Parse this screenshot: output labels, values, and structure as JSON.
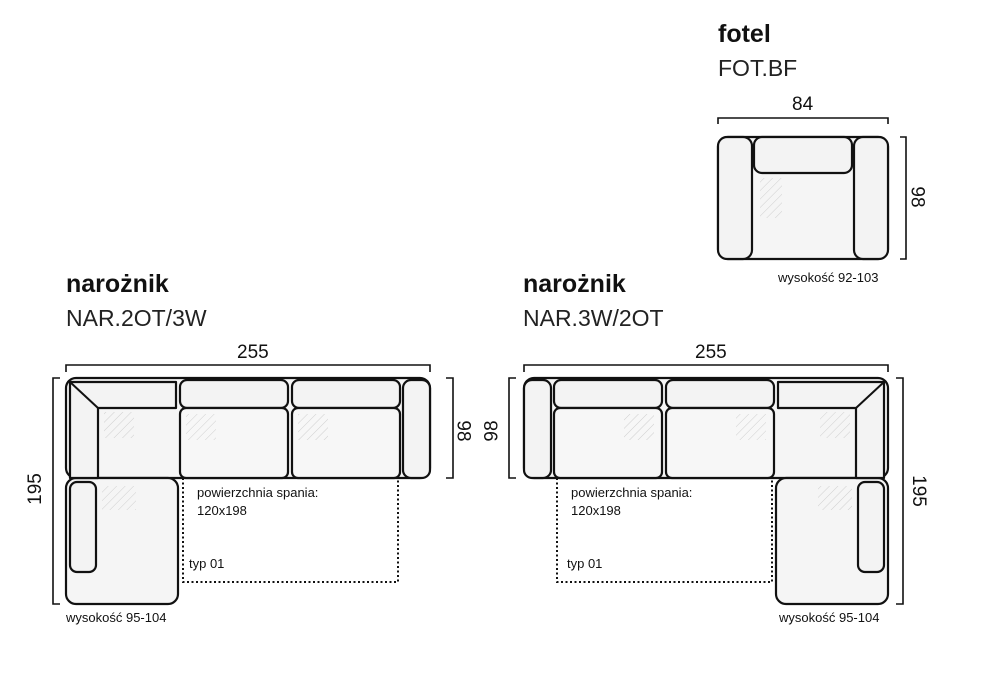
{
  "armchair": {
    "title": "fotel",
    "code": "FOT.BF",
    "width": "84",
    "depth": "98",
    "height": "wysokość 92-103"
  },
  "corner_left": {
    "title": "narożnik",
    "code": "NAR.2OT/3W",
    "width": "255",
    "depth": "98",
    "length": "195",
    "height": "wysokość 95-104",
    "sleep_label": "powierzchnia spania:",
    "sleep_size": "120x198",
    "type": "typ 01"
  },
  "corner_right": {
    "title": "narożnik",
    "code": "NAR.3W/2OT",
    "width": "255",
    "depth": "98",
    "length": "195",
    "height": "wysokość 95-104",
    "sleep_label": "powierzchnia spania:",
    "sleep_size": "120x198",
    "type": "typ 01"
  }
}
